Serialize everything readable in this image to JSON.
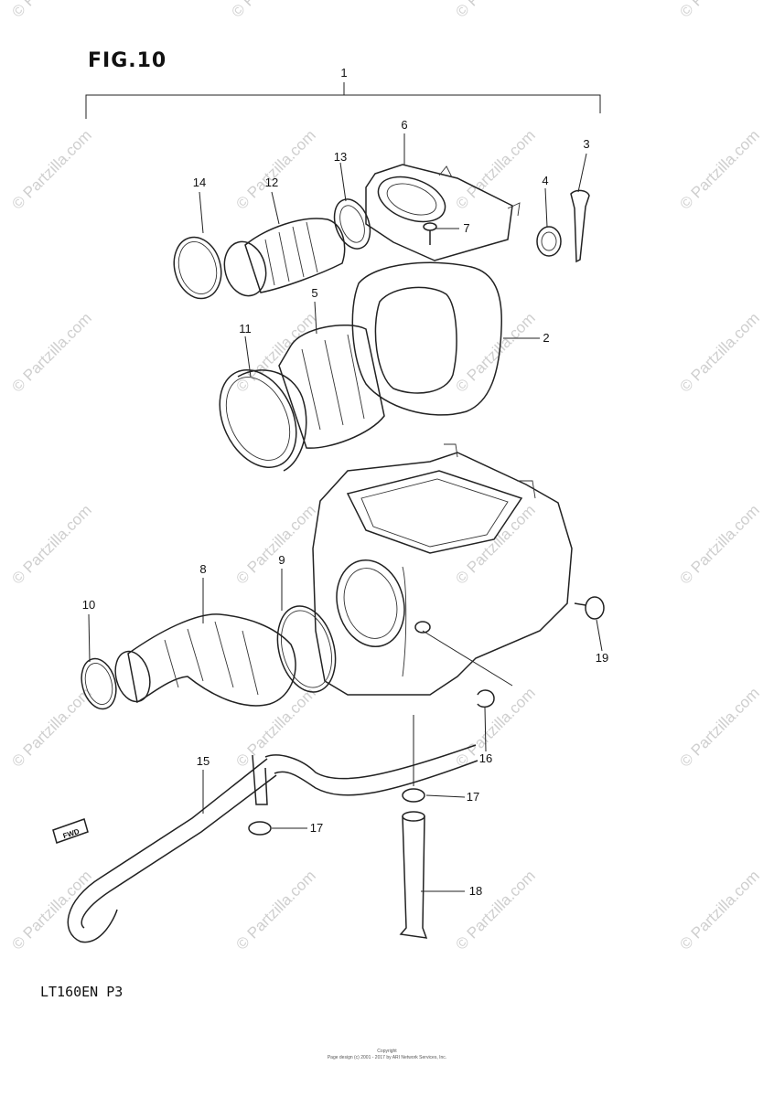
{
  "figure": {
    "title": "FIG.10",
    "model": "LT160EN P3"
  },
  "callouts": [
    "1",
    "2",
    "3",
    "4",
    "5",
    "6",
    "7",
    "8",
    "9",
    "10",
    "11",
    "12",
    "13",
    "14",
    "15",
    "16",
    "17",
    "18",
    "19"
  ],
  "fwd_label": "FWD",
  "watermark": {
    "text": "© Partzilla.com"
  },
  "footer": {
    "line1": "Copyright",
    "line2": "Page design (c) 2001 - 2017 by ARI Network Services, Inc."
  }
}
